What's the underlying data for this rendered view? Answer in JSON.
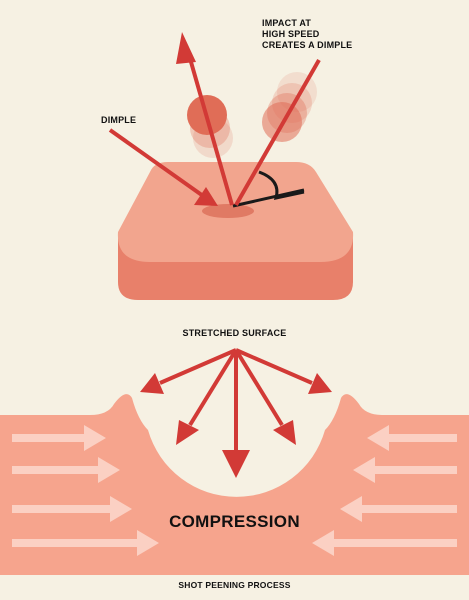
{
  "labels": {
    "impact_line1": "IMPACT AT",
    "impact_line2": "HIGH SPEED",
    "impact_line3": "CREATES A DIMPLE",
    "dimple": "DIMPLE",
    "stretched_surface": "STRETCHED SURFACE",
    "compression": "COMPRESSION",
    "process_title": "SHOT PEENING PROCESS"
  },
  "colors": {
    "background": "#f6f1e3",
    "block_top": "#f2a58e",
    "block_side": "#e8806a",
    "material": "#f6a48d",
    "arrow_red": "#d23a36",
    "shot_ball": "#e06d57",
    "flow_arrow": "#fbd0c3"
  }
}
